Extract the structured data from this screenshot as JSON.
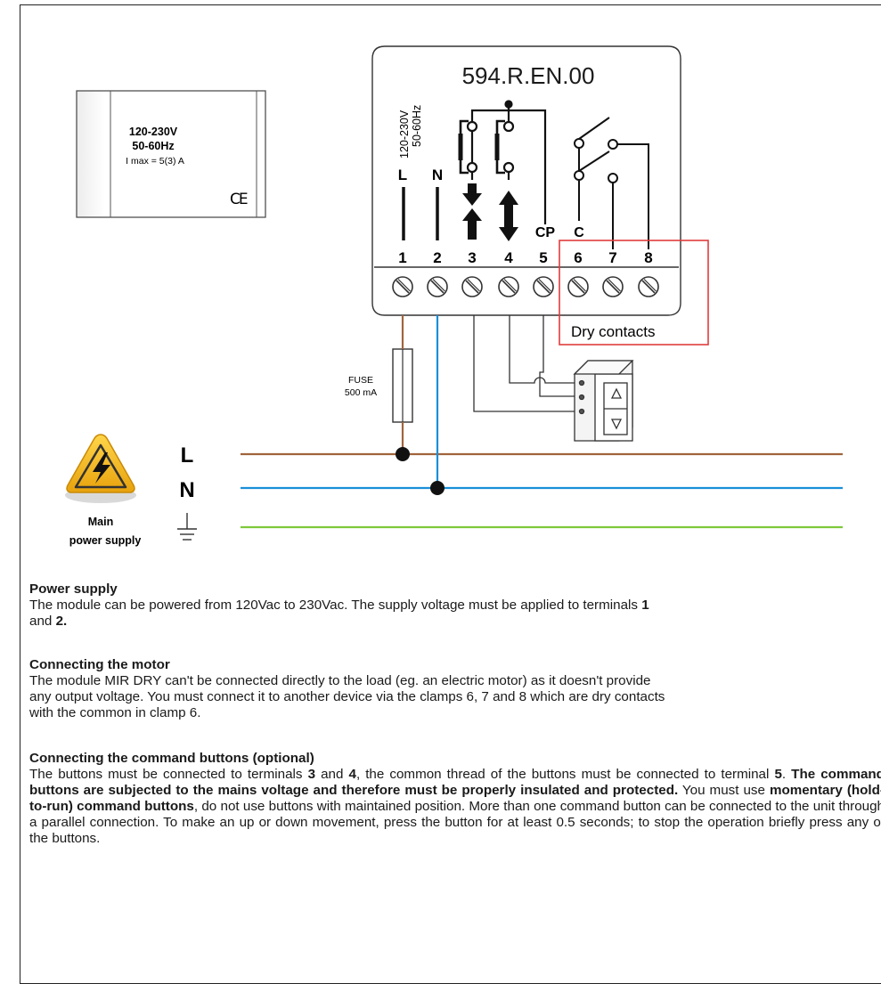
{
  "diagram": {
    "model": "594.R.EN.00",
    "label_box": {
      "voltage": "120-230V",
      "frequency": "50-60Hz",
      "current": "I max = 5(3) A",
      "ce_mark": "CE"
    },
    "supply_rotated": [
      "120-230V",
      "50-60Hz"
    ],
    "terminal_labels": [
      "L",
      "N",
      "CP",
      "C"
    ],
    "terminal_numbers": [
      "1",
      "2",
      "3",
      "4",
      "5",
      "6",
      "7",
      "8"
    ],
    "dry_contacts_label": "Dry contacts",
    "fuse_label": [
      "FUSE",
      "500 mA"
    ],
    "lines": [
      "L",
      "N"
    ],
    "main_power_label": [
      "Main",
      "power supply"
    ],
    "colors": {
      "live": "#a0643c",
      "neutral": "#1a8fd8",
      "earth": "#7dc93a",
      "highlight": "#e03c3c",
      "warning": "#f3b71a"
    },
    "icons": [
      "warning-electric-icon",
      "earth-ground-icon",
      "up-arrow-icon",
      "down-arrow-icon",
      "pushbutton-icon",
      "terminal-screw-icon",
      "wall-switch-icon"
    ]
  },
  "sections": {
    "power": {
      "title": "Power supply",
      "p1": "The module can be powered from 120Vac to 230Vac. The supply voltage must be applied to terminals ",
      "b1": "1",
      "p2": "and ",
      "b2": "2."
    },
    "motor": {
      "title": "Connecting the motor",
      "l1": "The module MIR DRY can't be connected directly to the load (eg. an electric motor) as it doesn't provide",
      "l2": "any output voltage. You must connect it to another device via the clamps 6, 7 and 8 which are dry contacts",
      "l3": "with the common in clamp 6."
    },
    "buttons": {
      "title": "Connecting the command buttons (optional)",
      "t1": "The buttons must be connected to terminals ",
      "b1": "3",
      "t2": " and ",
      "b2": "4",
      "t3": ", the common thread of the buttons must be connected to terminal ",
      "b3": "5",
      "t4": ". ",
      "b4": "The command buttons are subjected to the mains voltage and therefore must be properly insulated and protected.",
      "t5": " You must use ",
      "b5": "momentary (hold-to-run) command buttons",
      "t6": ", do not use buttons with maintained position.  More than one command button can be connected to the unit through a parallel connection. To make an up or down movement, press the button for at least 0.5 seconds; to stop the operation briefly press any of the buttons."
    }
  }
}
